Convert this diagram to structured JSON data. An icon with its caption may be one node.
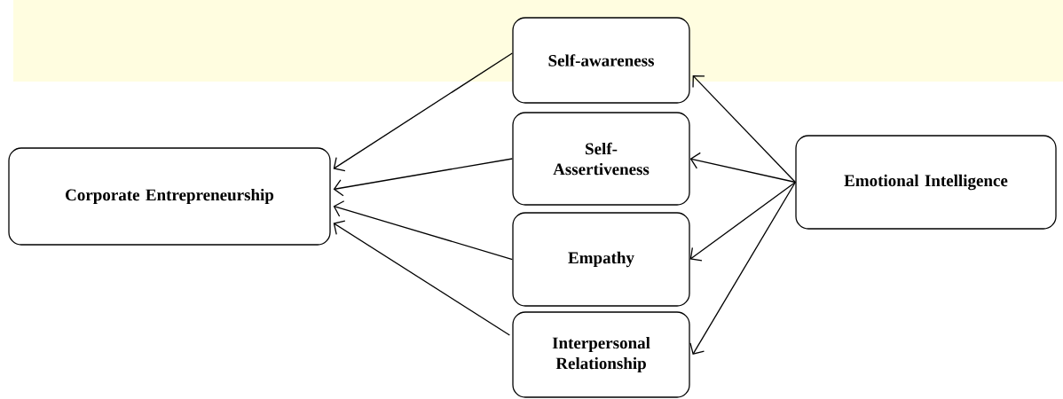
{
  "diagram": {
    "nodes": [
      {
        "text": [
          "Corporate Entrepreneurship"
        ]
      },
      {
        "text": [
          "Self-awareness"
        ]
      },
      {
        "text": [
          "Self- Assertiveness"
        ]
      },
      {
        "text": [
          "Empathy"
        ]
      },
      {
        "text": [
          "Interpersonal Relationship"
        ]
      },
      {
        "text": [
          "Emotional Intelligence"
        ]
      }
    ],
    "edges": [
      {
        "from": 1,
        "to": 0,
        "arrow": "to"
      },
      {
        "from": 2,
        "to": 0,
        "arrow": "to"
      },
      {
        "from": 3,
        "to": 0,
        "arrow": "to"
      },
      {
        "from": 4,
        "to": 0,
        "arrow": "to"
      },
      {
        "from": 5,
        "to": 1,
        "arrow": "to"
      },
      {
        "from": 5,
        "to": 2,
        "arrow": "to"
      },
      {
        "from": 5,
        "to": 3,
        "arrow": "to"
      },
      {
        "from": 5,
        "to": 4,
        "arrow": "to"
      }
    ]
  }
}
